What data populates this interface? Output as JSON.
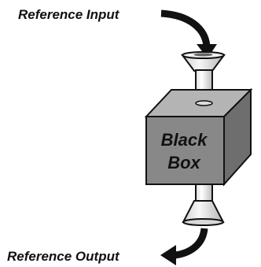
{
  "labels": {
    "input": "Reference Input",
    "output": "Reference Output",
    "box_line1": "Black",
    "box_line2": "Box"
  },
  "colors": {
    "box_front": "#888888",
    "box_top": "#b4b4b4",
    "box_side": "#6e6e6e",
    "tube": "#e6e6e6",
    "stroke": "#111111"
  }
}
